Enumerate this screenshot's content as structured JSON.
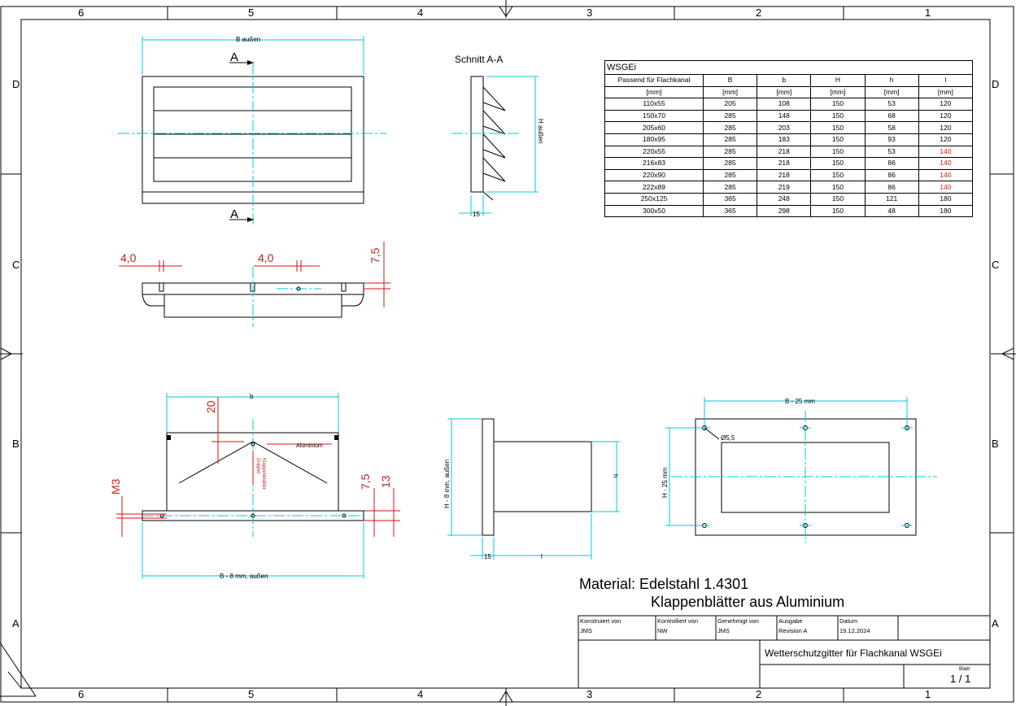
{
  "border": {
    "columns": [
      "6",
      "5",
      "4",
      "3",
      "2",
      "1"
    ],
    "rows": [
      "D",
      "C",
      "B",
      "A"
    ]
  },
  "labels": {
    "b_aussen": "B außen",
    "section_a": "A",
    "section_title": "Schnitt A-A",
    "h_aussen": "H außen",
    "dim_15": "15",
    "dim_4_0": "4,0",
    "dim_7_5": "7,5",
    "dim_20": "20",
    "dim_b": "b",
    "dim_m3": "M3",
    "dim_13": "13",
    "aluminium": "Aluminium",
    "klappenblaetter": "Klappenblätter",
    "doppel": "Doppel",
    "b_8_aussen": "B - 8 mm, außen",
    "h_8_aussen": "H - 8 mm, außen",
    "dim_h": "h",
    "dim_l": "l",
    "b_25": "B - 25 mm",
    "h_25": "H - 25 mm",
    "hole_dia": "Ø5,5"
  },
  "table": {
    "title": "WSGEi",
    "headers": [
      "Passend für Flachkanal",
      "B",
      "b",
      "H",
      "h",
      "l"
    ],
    "units": [
      "[mm]",
      "[mm]",
      "[mm]",
      "[mm]",
      "[mm]",
      "[mm]"
    ],
    "rows": [
      [
        "110x55",
        "205",
        "108",
        "150",
        "53",
        "120"
      ],
      [
        "150x70",
        "285",
        "148",
        "150",
        "68",
        "120"
      ],
      [
        "205x60",
        "285",
        "203",
        "150",
        "58",
        "120"
      ],
      [
        "180x95",
        "285",
        "183",
        "150",
        "93",
        "120"
      ],
      [
        "220x55",
        "285",
        "218",
        "150",
        "53",
        "140"
      ],
      [
        "216x83",
        "285",
        "218",
        "150",
        "86",
        "140"
      ],
      [
        "220x90",
        "285",
        "218",
        "150",
        "86",
        "140"
      ],
      [
        "222x89",
        "285",
        "219",
        "150",
        "86",
        "140"
      ],
      [
        "250x125",
        "365",
        "248",
        "150",
        "121",
        "180"
      ],
      [
        "300x50",
        "365",
        "298",
        "150",
        "48",
        "180"
      ]
    ],
    "highlight_color": "#c0231c"
  },
  "material": {
    "line1": "Material: Edelstahl 1.4301",
    "line2": "Klappenblätter aus Aluminium"
  },
  "title_block": {
    "konstruiert_label": "Konstruiert von",
    "konstruiert_value": "JMS",
    "kontrolliert_label": "Kontrolliert von",
    "kontrolliert_value": "NW",
    "genehmigt_label": "Genehmigt von",
    "genehmigt_value": "JMS",
    "ausgabe_label": "Ausgabe",
    "ausgabe_value": "Revision A",
    "datum_label": "Datum",
    "datum_value": "19.12.2024",
    "title": "Wetterschutzgitter für Flachkanal WSGEi",
    "blatt_label": "Blatt",
    "blatt_value": "1 / 1"
  },
  "colors": {
    "dimension": "#00c8e0",
    "annotation": "#c0231c",
    "line": "#000000"
  }
}
